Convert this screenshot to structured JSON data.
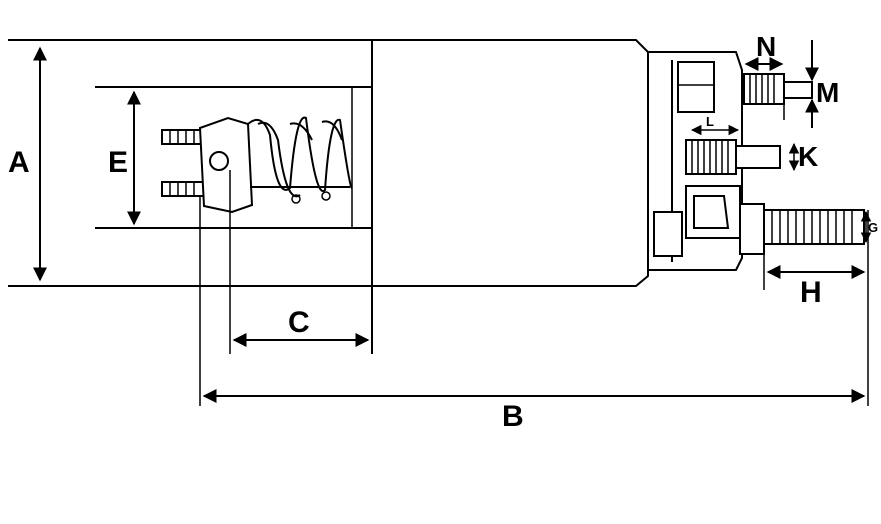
{
  "labels": {
    "A": "A",
    "B": "B",
    "C": "C",
    "E": "E",
    "G": "G",
    "H": "H",
    "K": "K",
    "L": "L",
    "M": "M",
    "N": "N"
  }
}
